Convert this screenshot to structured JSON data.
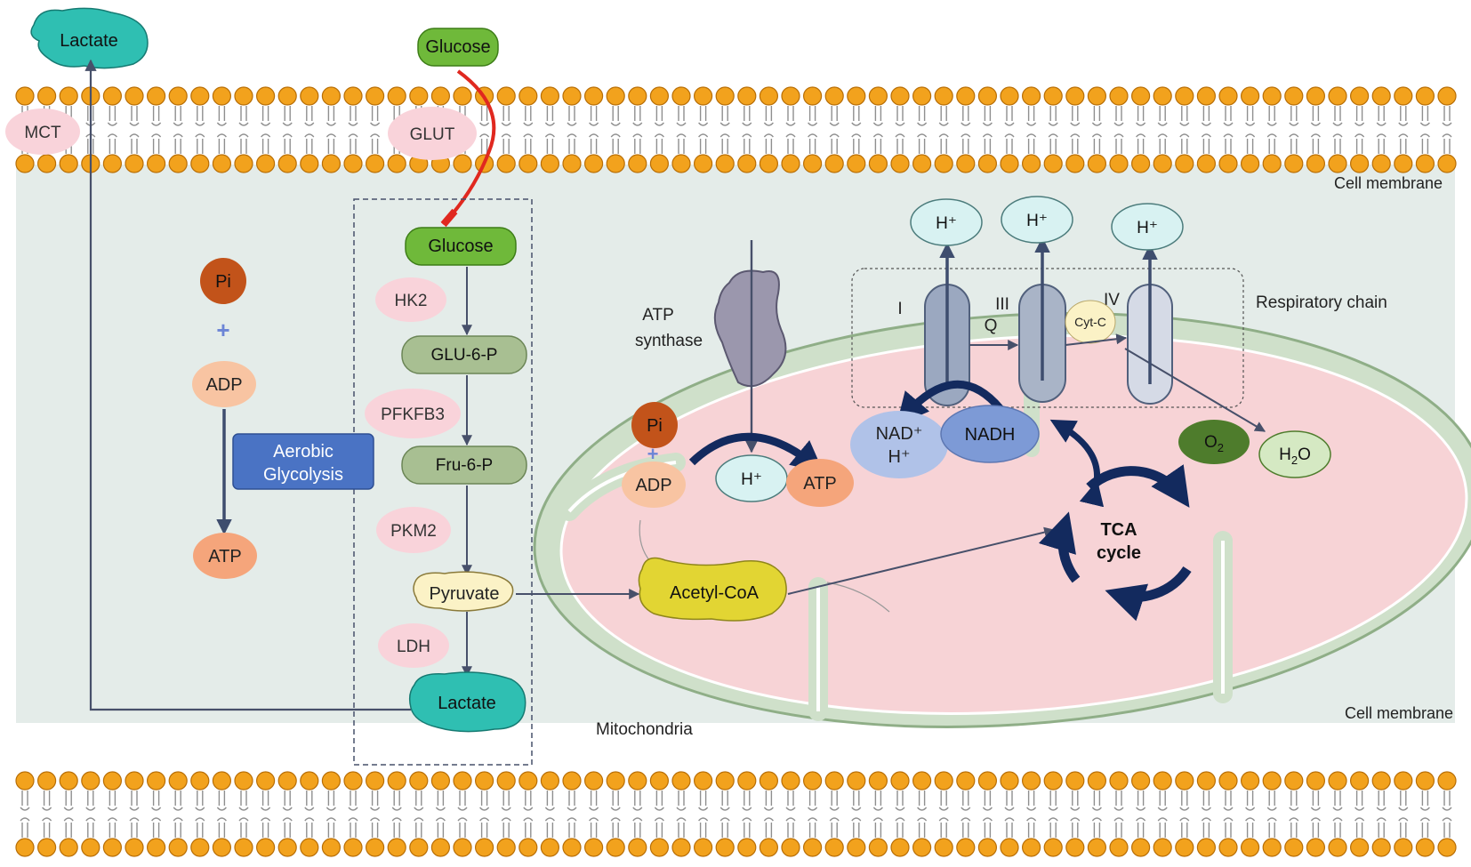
{
  "colors": {
    "cytoplasm": "#e4ece9",
    "lipid_head": "#f2a21d",
    "lipid_head_stroke": "#b86e06",
    "lipid_tail": "#8f8f8f",
    "glucose": "#6fb93a",
    "lactate": "#2fbfb2",
    "enzyme": "#f9d3da",
    "metabolite": "#a8bf92",
    "atp": "#f5a57b",
    "adp": "#f8c4a2",
    "pi": "#c2531a",
    "aerobic_box": "#4a73c4",
    "mito_outer": "#cfe0ca",
    "mito_matrix": "#f7d3d6",
    "arrow": "#47506a",
    "glut_arrow": "#e0281f",
    "proton": "#d8f2f2",
    "complex": "#9ba8c0",
    "nad": "#b0c2e8",
    "nadh": "#7d9ad6",
    "o2": "#4e7c2c",
    "h2o": "#d5e9c3",
    "acetyl": "#e2d533",
    "pyruvate": "#fbf2c6",
    "tca_arrow": "#132a5e"
  },
  "labels": {
    "membrane_top": "Cell membrane",
    "membrane_bottom": "Cell membrane",
    "mito": "Mitochondria",
    "resp_chain": "Respiratory chain",
    "atp_synthase_1": "ATP",
    "atp_synthase_2": "synthase"
  },
  "transporters": {
    "mct": "MCT",
    "glut": "GLUT"
  },
  "outside": {
    "lactate": "Lactate",
    "glucose": "Glucose"
  },
  "glycolysis": {
    "glucose": "Glucose",
    "hk2": "HK2",
    "glu6p": "GLU-6-P",
    "pfkfb3": "PFKFB3",
    "fru6p": "Fru-6-P",
    "pkm2": "PKM2",
    "pyruvate": "Pyruvate",
    "ldh": "LDH",
    "lactate": "Lactate"
  },
  "aerobic": {
    "line1": "Aerobic",
    "line2": "Glycolysis",
    "pi": "Pi",
    "plus": "+",
    "adp": "ADP",
    "atp": "ATP"
  },
  "mito_items": {
    "pi": "Pi",
    "plus": "+",
    "adp": "ADP",
    "h_plus": "H⁺",
    "atp": "ATP",
    "acetyl": "Acetyl-CoA",
    "tca1": "TCA",
    "tca2": "cycle",
    "nad1": "NAD⁺",
    "nad2": "H⁺",
    "nadh": "NADH",
    "o2": "O",
    "o2_sub": "2",
    "h2o_h": "H",
    "h2o_sub": "2",
    "h2o_o": "O"
  },
  "resp": {
    "complex_i": "I",
    "complex_iii": "III",
    "complex_iv": "IV",
    "q": "Q",
    "cytc": "Cyt-C",
    "h1": "H⁺",
    "h2": "H⁺",
    "h3": "H⁺"
  }
}
